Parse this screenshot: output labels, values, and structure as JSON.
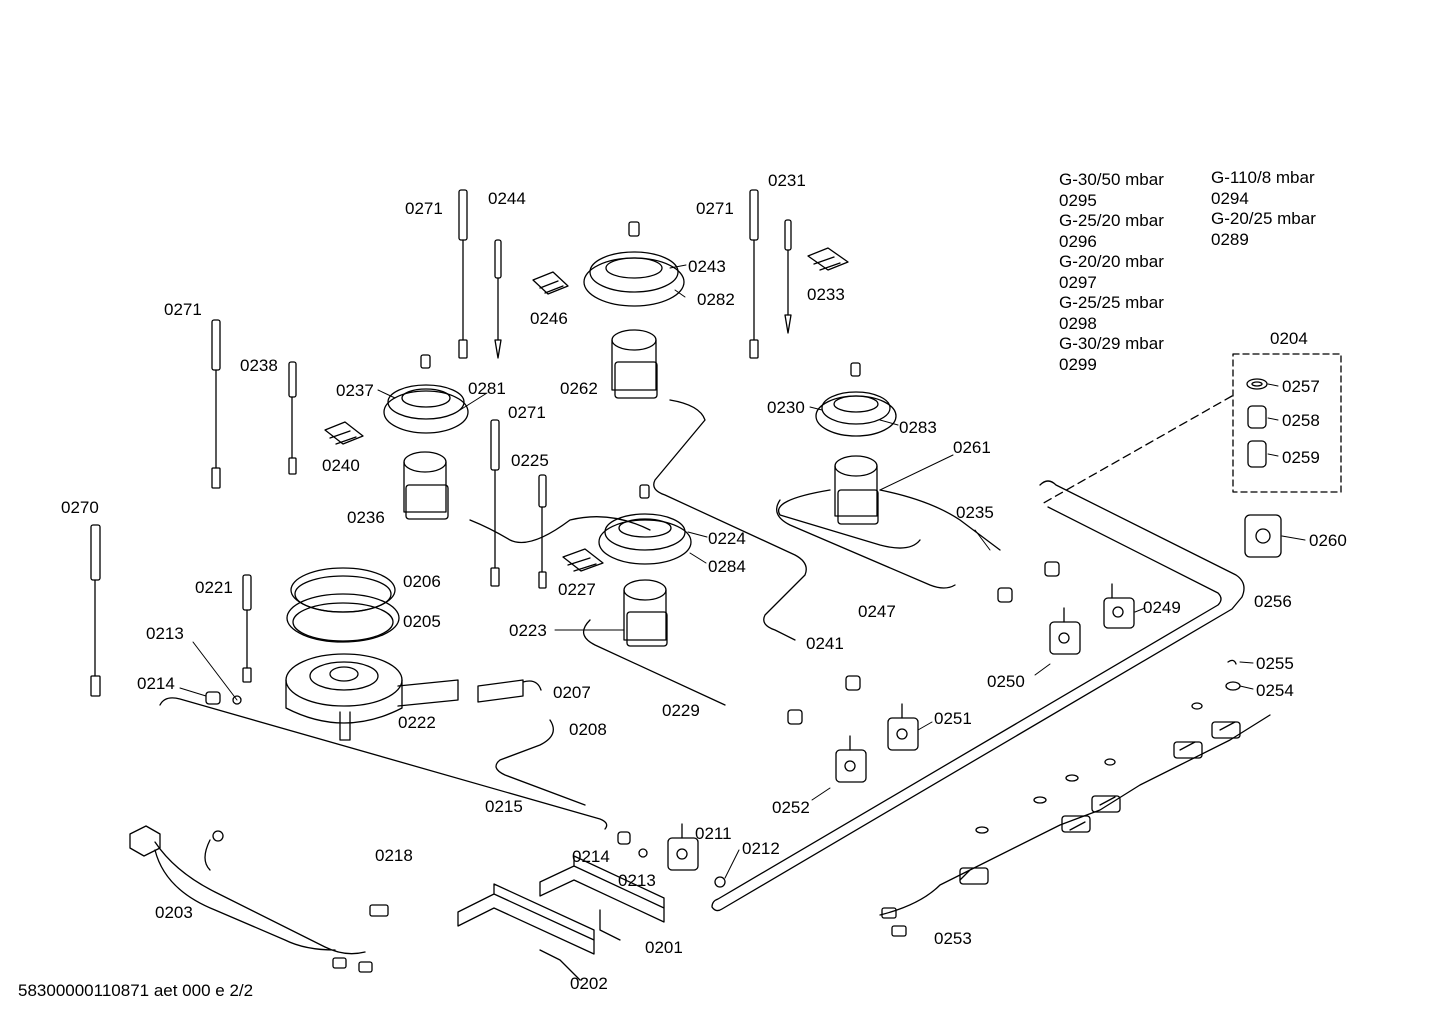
{
  "gas_table": {
    "left": [
      "G-30/50 mbar",
      "0295",
      "G-25/20 mbar",
      "0296",
      "G-20/20 mbar",
      "0297",
      "G-25/25 mbar",
      "0298",
      "G-30/29 mbar",
      "0299"
    ],
    "right": [
      "G-110/8 mbar",
      "0294",
      "G-20/25 mbar",
      "0289"
    ]
  },
  "parts": [
    "0271",
    "0244",
    "0271",
    "0231",
    "0243",
    "0282",
    "0233",
    "0246",
    "0271",
    "0238",
    "0237",
    "0281",
    "0271",
    "0262",
    "0240",
    "0230",
    "0283",
    "0261",
    "0225",
    "0236",
    "0224",
    "0235",
    "0270",
    "0284",
    "0227",
    "0206",
    "0221",
    "0247",
    "0249",
    "0256",
    "0205",
    "0213",
    "0223",
    "0241",
    "0250",
    "0214",
    "0207",
    "0222",
    "0251",
    "0229",
    "0208",
    "0252",
    "0215",
    "0211",
    "0212",
    "0214",
    "0213",
    "0218",
    "0203",
    "0201",
    "0253",
    "0202",
    "0204",
    "0257",
    "0258",
    "0259",
    "0260",
    "0255",
    "0254"
  ],
  "doc_id": "58300000110871 aet 000 e 2/2"
}
